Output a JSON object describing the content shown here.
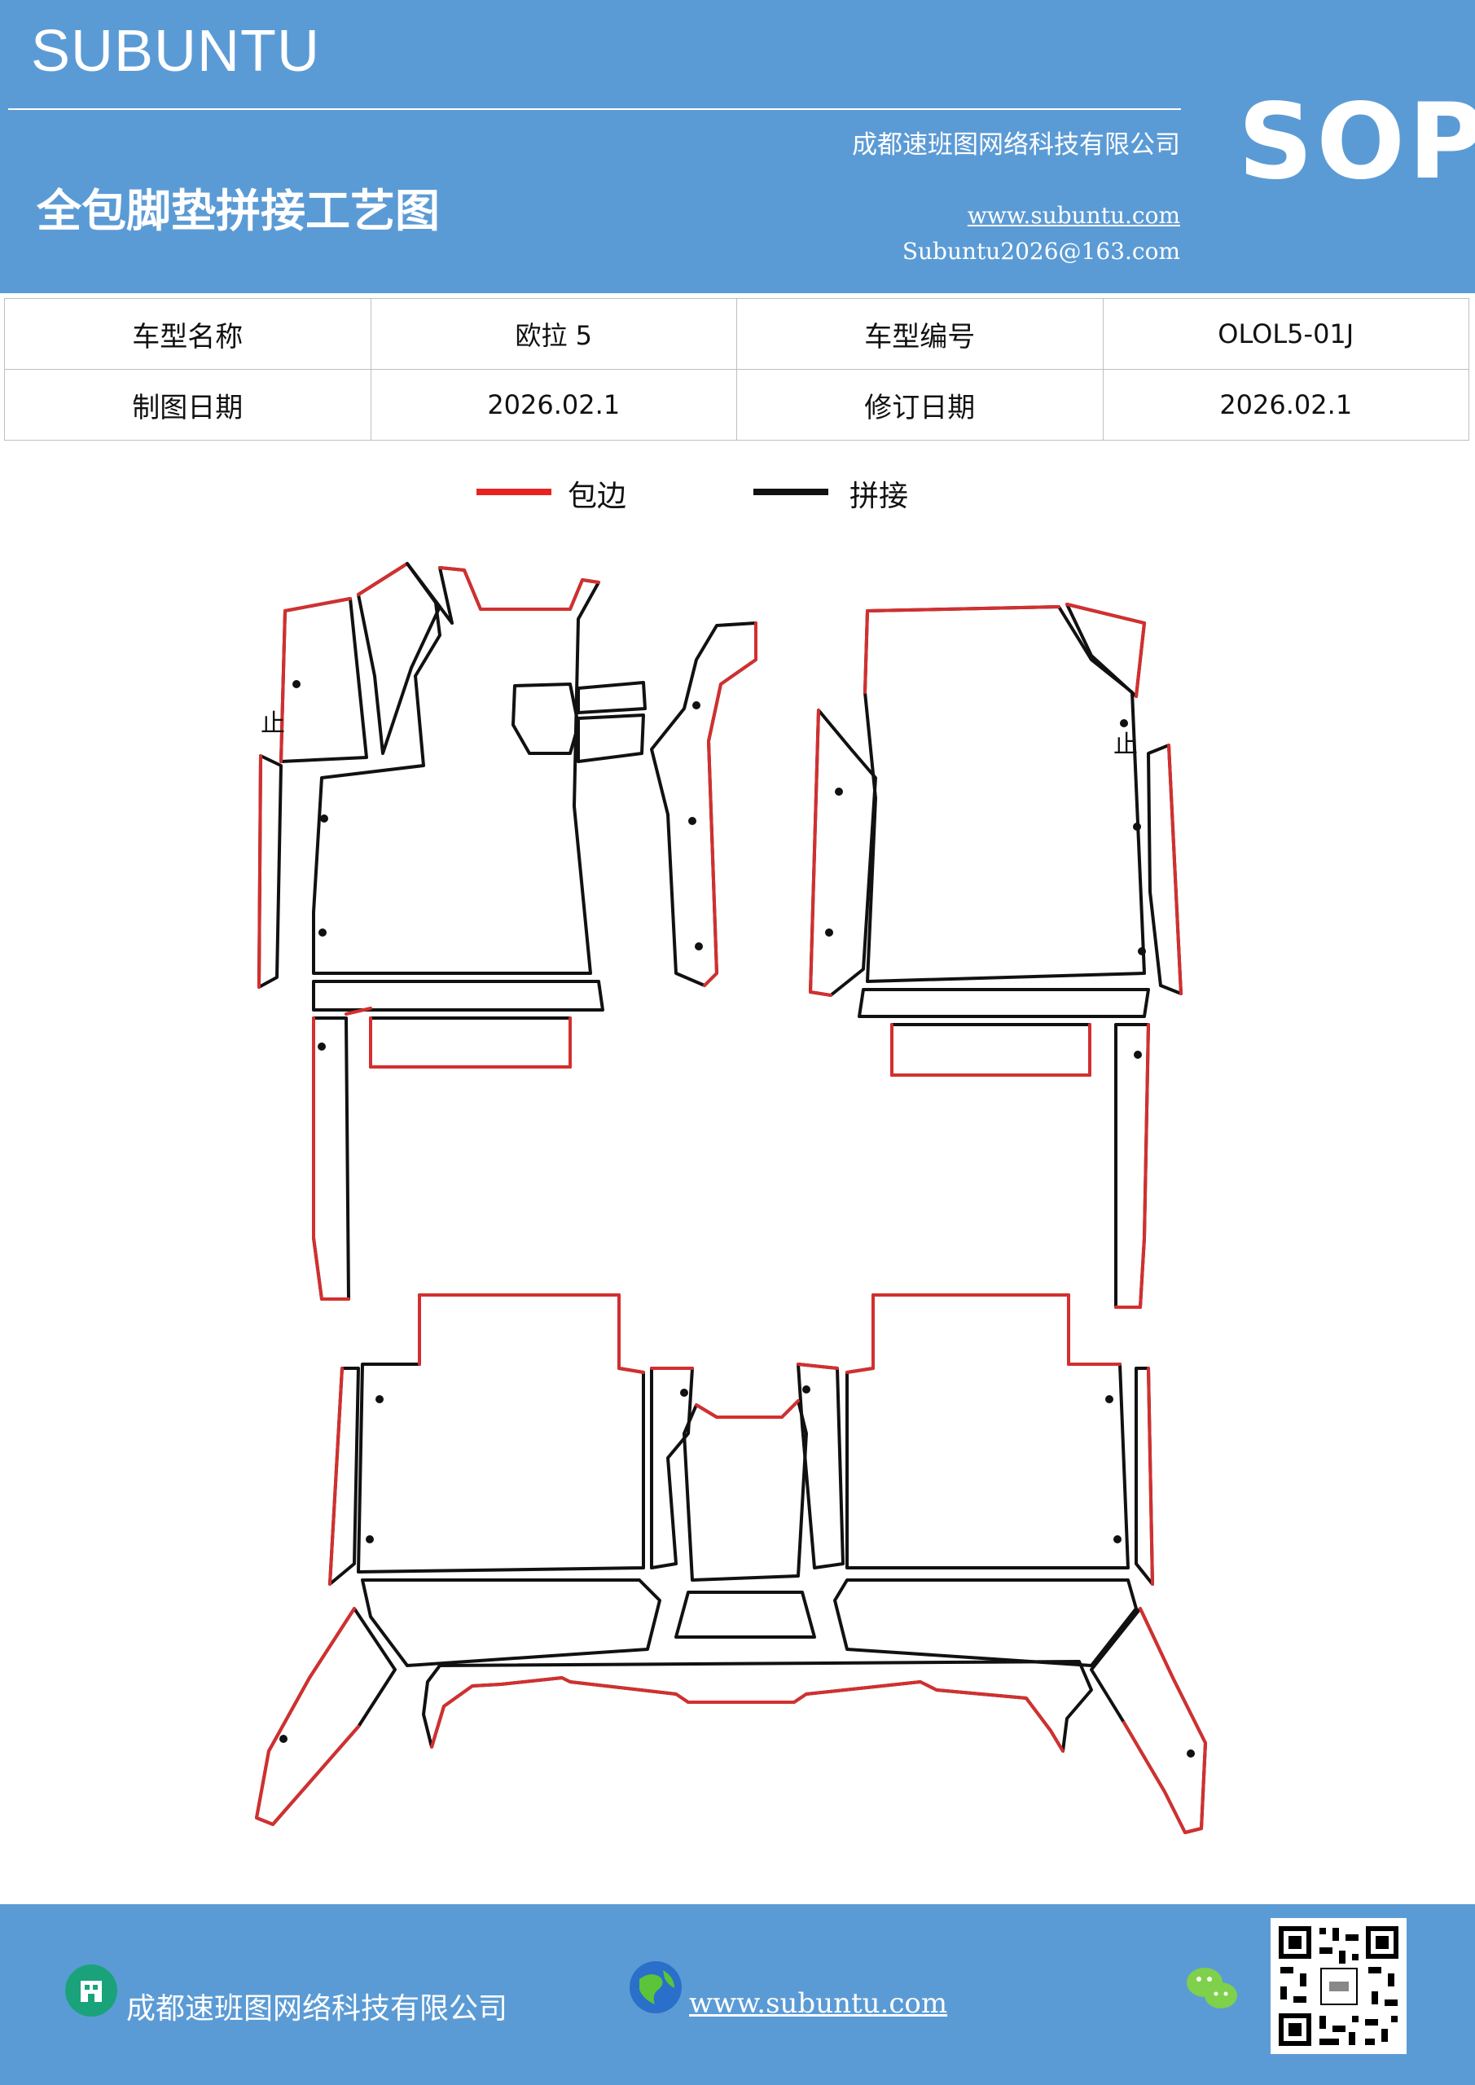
{
  "header": {
    "brand": "SUBUNTU",
    "company": "成都速班图网络科技有限公司",
    "badge": "SOP",
    "title": "全包脚垫拼接工艺图",
    "website": "www.subuntu.com",
    "email": "Subuntu2026@163.com"
  },
  "info_table": [
    {
      "label": "车型名称",
      "value": "欧拉 5",
      "label2": "车型编号",
      "value2": "OLOL5-01J"
    },
    {
      "label": "制图日期",
      "value": "2026.02.1",
      "label2": "修订日期",
      "value2": "2026.02.1"
    }
  ],
  "legend": {
    "items": [
      {
        "label": "包边",
        "color": "#e8231f"
      },
      {
        "label": "拼接",
        "color": "#111111"
      }
    ]
  },
  "diagram": {
    "stop_mark": "止",
    "colors": {
      "edge": "#d32f2f",
      "seam": "#111111"
    }
  },
  "footer": {
    "company": "成都速班图网络科技有限公司",
    "website": "www.subuntu.com",
    "icons": [
      "building-icon",
      "globe-icon",
      "wechat-icon",
      "qr-code"
    ]
  },
  "colors": {
    "brand_blue": "#5b9bd5"
  }
}
